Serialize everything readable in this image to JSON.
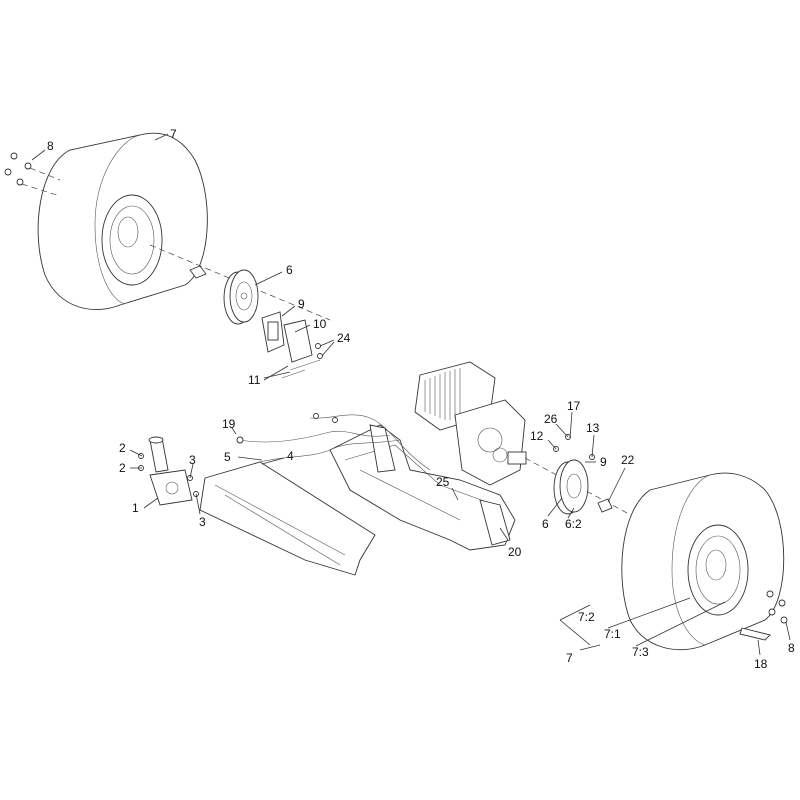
{
  "callouts": [
    {
      "id": "c8a",
      "text": "8"
    },
    {
      "id": "c7a",
      "text": "7"
    },
    {
      "id": "c6a",
      "text": "6"
    },
    {
      "id": "c9a",
      "text": "9"
    },
    {
      "id": "c10",
      "text": "10"
    },
    {
      "id": "c24",
      "text": "24"
    },
    {
      "id": "c11",
      "text": "11"
    },
    {
      "id": "c17",
      "text": "17"
    },
    {
      "id": "c26",
      "text": "26"
    },
    {
      "id": "c13",
      "text": "13"
    },
    {
      "id": "c12",
      "text": "12"
    },
    {
      "id": "c9b",
      "text": "9"
    },
    {
      "id": "c22",
      "text": "22"
    },
    {
      "id": "c19",
      "text": "19"
    },
    {
      "id": "c2a",
      "text": "2"
    },
    {
      "id": "c2b",
      "text": "2"
    },
    {
      "id": "c3a",
      "text": "3"
    },
    {
      "id": "c5",
      "text": "5"
    },
    {
      "id": "c4",
      "text": "4"
    },
    {
      "id": "c1",
      "text": "1"
    },
    {
      "id": "c3b",
      "text": "3"
    },
    {
      "id": "c25",
      "text": "25"
    },
    {
      "id": "c6b",
      "text": "6"
    },
    {
      "id": "c62",
      "text": "6:2"
    },
    {
      "id": "c20",
      "text": "20"
    },
    {
      "id": "c72",
      "text": "7:2"
    },
    {
      "id": "c71",
      "text": "7:1"
    },
    {
      "id": "c73",
      "text": "7:3"
    },
    {
      "id": "c7b",
      "text": "7"
    },
    {
      "id": "c8b",
      "text": "8"
    },
    {
      "id": "c18",
      "text": "18"
    }
  ]
}
